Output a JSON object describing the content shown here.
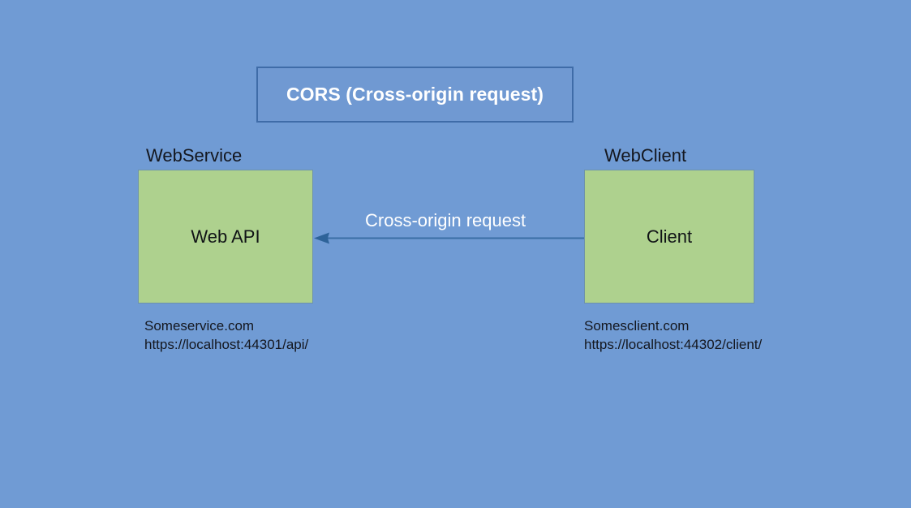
{
  "diagram": {
    "title": "CORS (Cross-origin request)",
    "background_color": "#709bd4",
    "nodes": [
      {
        "group_label": "WebService",
        "box_label": "Web API",
        "host": "Someservice.com",
        "url": "https://localhost:44301/api/",
        "fill_color": "#aed18e",
        "border_color": "#6d92ab"
      },
      {
        "group_label": "WebClient",
        "box_label": "Client",
        "host": "Somesclient.com",
        "url": "https://localhost:44302/client/",
        "fill_color": "#aed18e",
        "border_color": "#6d92ab"
      }
    ],
    "connector": {
      "label": "Cross-origin request",
      "direction": "right-to-left",
      "color": "#3a6ea5",
      "label_color": "#ffffff"
    },
    "title_box": {
      "border_color": "#3f6ca8",
      "text_color": "#ffffff"
    }
  }
}
